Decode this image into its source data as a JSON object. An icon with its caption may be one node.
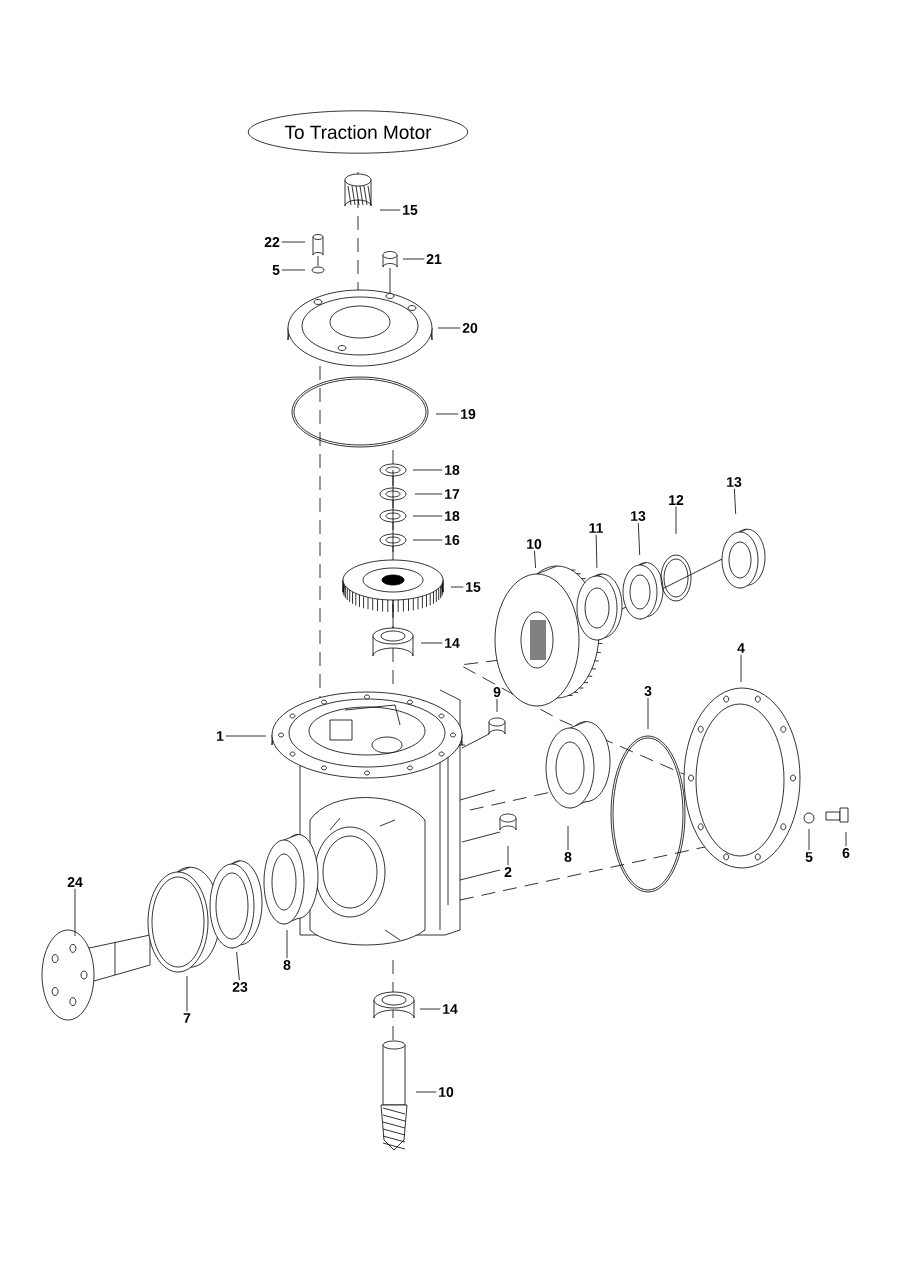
{
  "diagram": {
    "nodes": [
      {
        "text": [
          "To Traction Motor"
        ]
      },
      {
        "text": [
          "15"
        ]
      },
      {
        "text": [
          "22"
        ]
      },
      {
        "text": [
          "21"
        ]
      },
      {
        "text": [
          "5"
        ]
      },
      {
        "text": [
          "20"
        ]
      },
      {
        "text": [
          "19"
        ]
      },
      {
        "text": [
          "18"
        ]
      },
      {
        "text": [
          "17"
        ]
      },
      {
        "text": [
          "18"
        ]
      },
      {
        "text": [
          "16"
        ]
      },
      {
        "text": [
          "13"
        ]
      },
      {
        "text": [
          "10"
        ]
      },
      {
        "text": [
          "11"
        ]
      },
      {
        "text": [
          "13"
        ]
      },
      {
        "text": [
          "12"
        ]
      },
      {
        "text": [
          "15"
        ]
      },
      {
        "text": [
          "14"
        ]
      },
      {
        "text": [
          "4"
        ]
      },
      {
        "text": [
          "3"
        ]
      },
      {
        "text": [
          "9"
        ]
      },
      {
        "text": [
          "1"
        ]
      },
      {
        "text": [
          "2"
        ]
      },
      {
        "text": [
          "8"
        ]
      },
      {
        "text": [
          "5"
        ]
      },
      {
        "text": [
          "6"
        ]
      },
      {
        "text": [
          "24"
        ]
      },
      {
        "text": [
          "8"
        ]
      },
      {
        "text": [
          "23"
        ]
      },
      {
        "text": [
          "7"
        ]
      },
      {
        "text": [
          "14"
        ]
      },
      {
        "text": [
          "10"
        ]
      }
    ],
    "edges": [
      {
        "from": 1,
        "to": null,
        "arrow": "none"
      },
      {
        "from": 2,
        "to": null,
        "arrow": "none"
      },
      {
        "from": 3,
        "to": null,
        "arrow": "none"
      },
      {
        "from": 4,
        "to": null,
        "arrow": "none"
      },
      {
        "from": 5,
        "to": null,
        "arrow": "none"
      },
      {
        "from": 6,
        "to": null,
        "arrow": "none"
      },
      {
        "from": 7,
        "to": null,
        "arrow": "none"
      },
      {
        "from": 8,
        "to": null,
        "arrow": "none"
      },
      {
        "from": 9,
        "to": null,
        "arrow": "none"
      },
      {
        "from": 10,
        "to": null,
        "arrow": "none"
      },
      {
        "from": 11,
        "to": null,
        "arrow": "none"
      },
      {
        "from": 12,
        "to": null,
        "arrow": "none"
      },
      {
        "from": 13,
        "to": null,
        "arrow": "none"
      },
      {
        "from": 14,
        "to": null,
        "arrow": "none"
      },
      {
        "from": 15,
        "to": null,
        "arrow": "none"
      },
      {
        "from": 16,
        "to": null,
        "arrow": "none"
      },
      {
        "from": 17,
        "to": null,
        "arrow": "none"
      },
      {
        "from": 18,
        "to": null,
        "arrow": "none"
      },
      {
        "from": 19,
        "to": null,
        "arrow": "none"
      },
      {
        "from": 20,
        "to": null,
        "arrow": "none"
      },
      {
        "from": 21,
        "to": null,
        "arrow": "none"
      },
      {
        "from": 22,
        "to": null,
        "arrow": "none"
      },
      {
        "from": 23,
        "to": null,
        "arrow": "none"
      },
      {
        "from": 24,
        "to": null,
        "arrow": "none"
      },
      {
        "from": 25,
        "to": null,
        "arrow": "none"
      },
      {
        "from": 26,
        "to": null,
        "arrow": "none"
      },
      {
        "from": 27,
        "to": null,
        "arrow": "none"
      },
      {
        "from": 28,
        "to": null,
        "arrow": "none"
      },
      {
        "from": 29,
        "to": null,
        "arrow": "none"
      },
      {
        "from": 30,
        "to": null,
        "arrow": "none"
      },
      {
        "from": 31,
        "to": null,
        "arrow": "none"
      }
    ]
  }
}
